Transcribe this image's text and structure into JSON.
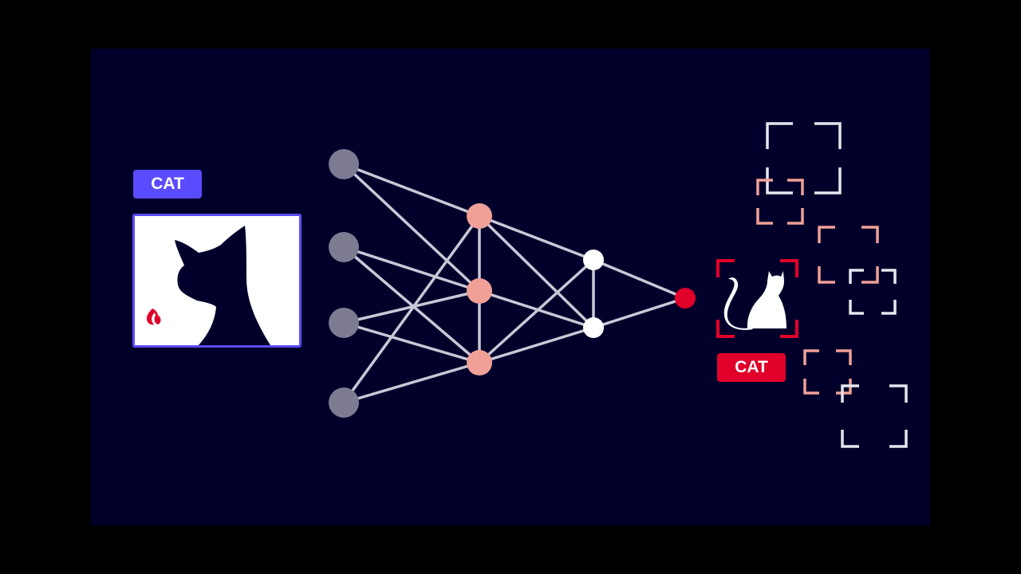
{
  "colors": {
    "background": "#00002b",
    "frame": "#000000",
    "input_accent": "#5b4bff",
    "output_accent": "#e0002a",
    "hidden_node": "#f0a096",
    "input_node": "#7c7b91",
    "edge": "#c9c8d6",
    "cat_silhouette": "#00002b"
  },
  "input": {
    "label": "CAT",
    "image": "cat-silhouette-photo",
    "logo": "flame-logo-icon"
  },
  "network": {
    "layers": [
      {
        "name": "input",
        "nodes": 4
      },
      {
        "name": "hidden-1",
        "nodes": 3
      },
      {
        "name": "hidden-2",
        "nodes": 2
      },
      {
        "name": "output",
        "nodes": 1
      }
    ]
  },
  "output": {
    "label": "CAT",
    "image": "sitting-cat-icon"
  }
}
